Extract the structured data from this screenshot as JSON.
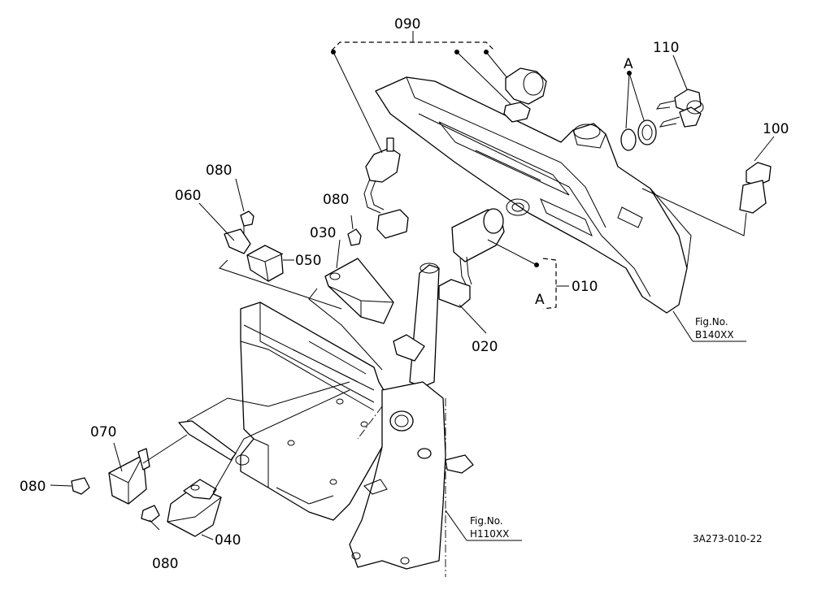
{
  "diagram": {
    "callouts": {
      "c010": "010",
      "c020": "020",
      "c030": "030",
      "c040": "040",
      "c050": "050",
      "c060": "060",
      "c070": "070",
      "c080a": "080",
      "c080b": "080",
      "c080c": "080",
      "c080d": "080",
      "c090": "090",
      "c100": "100",
      "c110": "110"
    },
    "markers": {
      "a_top": "A",
      "a_bottom": "A"
    },
    "references": [
      {
        "line1": "Fig.No.",
        "line2": "B140XX"
      },
      {
        "line1": "Fig.No.",
        "line2": "H110XX"
      }
    ],
    "drawing_code": "3A273-010-22"
  }
}
